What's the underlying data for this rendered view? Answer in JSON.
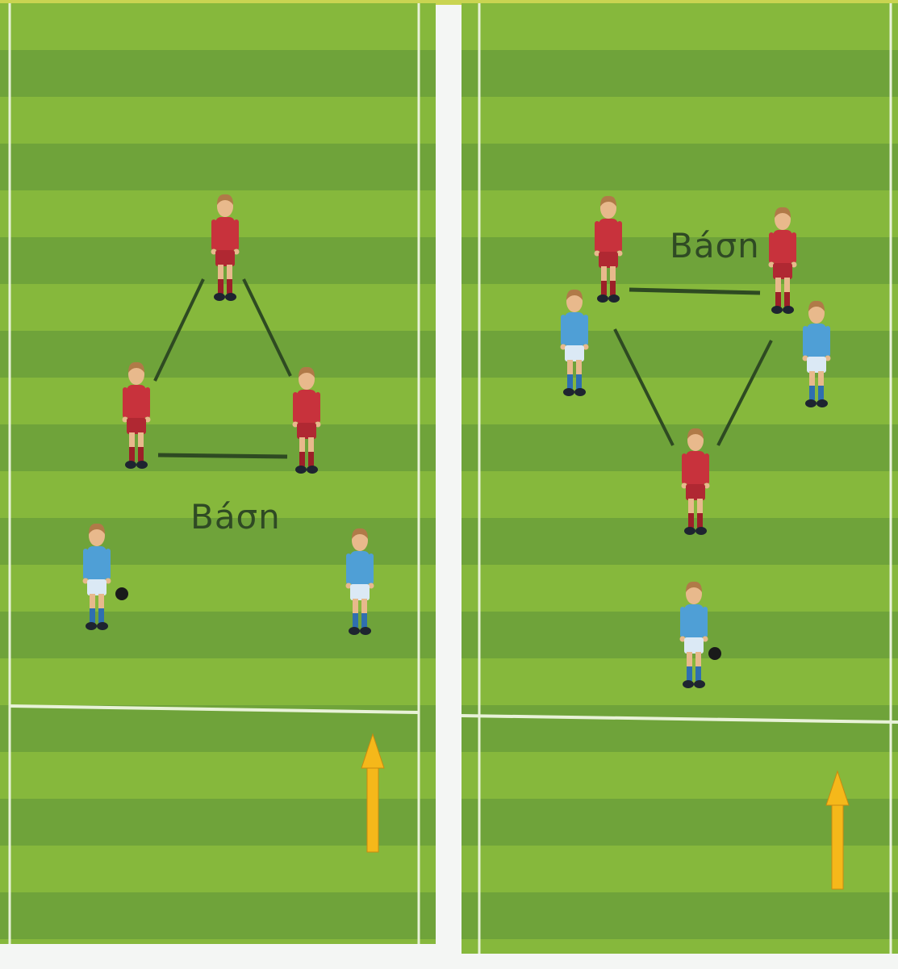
{
  "panels": [
    {
      "id": "left",
      "base_label": "Báσn",
      "players": [
        {
          "team": "red"
        },
        {
          "team": "red"
        },
        {
          "team": "red"
        },
        {
          "team": "blue"
        },
        {
          "team": "blue"
        }
      ],
      "balls": 1,
      "arrow_direction": "up"
    },
    {
      "id": "right",
      "base_label": "Báσn",
      "players": [
        {
          "team": "red"
        },
        {
          "team": "red"
        },
        {
          "team": "red"
        },
        {
          "team": "blue"
        },
        {
          "team": "blue"
        },
        {
          "team": "blue"
        }
      ],
      "balls": 1,
      "arrow_direction": "up"
    }
  ],
  "colors": {
    "grass_light": "#86b83c",
    "grass_dark": "#6fa33a",
    "field_line": "#e8f2d8",
    "red_player": "#c8323c",
    "blue_player": "#4f9fd6",
    "connector_line": "#2e4a22",
    "arrow": "#f5b81a",
    "ball": "#1a1a1a"
  },
  "icons": [
    "player-red-icon",
    "player-blue-icon",
    "ball-icon",
    "arrow-up-icon"
  ]
}
